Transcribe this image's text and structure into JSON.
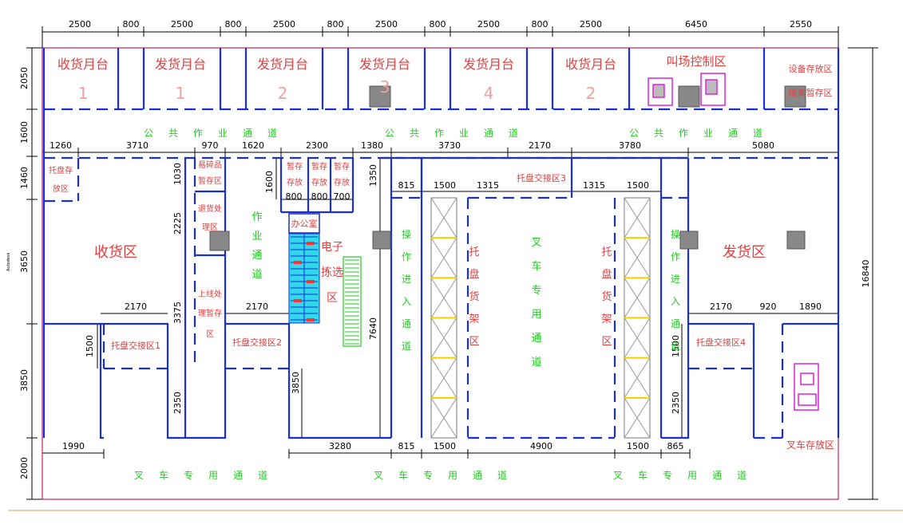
{
  "dims": {
    "top": [
      "2500",
      "800",
      "2500",
      "800",
      "2500",
      "800",
      "2500",
      "800",
      "2500",
      "800",
      "2500",
      "6450",
      "2550"
    ],
    "mid": [
      "1260",
      "3710",
      "970",
      "1620",
      "2300",
      "1380",
      "3730",
      "2170",
      "3780",
      "5080"
    ],
    "left": [
      "2050",
      "1600",
      "1460",
      "3650",
      "3850",
      "2000"
    ],
    "right": "16840",
    "bottom": [
      "1990",
      "3280",
      "815",
      "1500",
      "4900",
      "1500",
      "865"
    ],
    "inner": {
      "d815a": "815",
      "d1500a": "1500",
      "d1315a": "1315",
      "d1315b": "1315",
      "d1500b": "1500",
      "d1030": "1030",
      "d2225": "2225",
      "d3375": "3375",
      "d2170a": "2170",
      "d2170b": "2170",
      "d1600": "1600",
      "d800": "800",
      "d800b": "800",
      "d700": "700",
      "d1350": "1350",
      "d500a": "1500",
      "d2350a": "2350",
      "d3850": "3850",
      "d7640": "7640",
      "d2170c": "2170",
      "d920": "920",
      "d1890": "1890",
      "d500b": "1500",
      "d2350b": "2350"
    }
  },
  "docks": [
    {
      "name": "收货月台",
      "num": "1"
    },
    {
      "name": "发货月台",
      "num": "1"
    },
    {
      "name": "发货月台",
      "num": "2"
    },
    {
      "name": "发货月台",
      "num": "3"
    },
    {
      "name": "发货月台",
      "num": "4"
    },
    {
      "name": "收货月台",
      "num": "2"
    }
  ],
  "zones": {
    "yard": "叫场控制区",
    "trash": "设备存放区",
    "trash2": "隔离暂存区",
    "public_aisle": [
      "公",
      "共",
      "作",
      "业",
      "通",
      "道"
    ],
    "pallet_store": [
      "托盘存",
      "放区"
    ],
    "receive": "收货区",
    "ship": "发货区",
    "fragile": [
      "易碎品",
      "暂存区"
    ],
    "return": [
      "退货处",
      "理区"
    ],
    "online": [
      "上线处",
      "理暂存",
      "区"
    ],
    "pallet1": "托盘交接区1",
    "pallet2": "托盘交接区2",
    "pallet3": "托盘交接区3",
    "pallet4": "托盘交接区4",
    "small": [
      "暂存",
      "暂存",
      "暂存"
    ],
    "small2": [
      "存放",
      "存放",
      "存放"
    ],
    "office": "办公室",
    "picking": [
      "电子",
      "拣选",
      "区"
    ],
    "aisle_in": [
      "作",
      "业",
      "通",
      "道"
    ],
    "aisle_l": [
      "操",
      "作",
      "进",
      "入",
      "通",
      "道"
    ],
    "aisle_r": [
      "操",
      "作",
      "进",
      "入",
      "通",
      "道"
    ],
    "pallet_rack_l": [
      "托",
      "盘",
      "货",
      "架",
      "区"
    ],
    "pallet_rack_r": [
      "托",
      "盘",
      "货",
      "架",
      "区"
    ],
    "forklift_aisle_v": [
      "叉",
      "车",
      "专",
      "用",
      "通",
      "道"
    ],
    "forklift_bottom": [
      "叉",
      "车",
      "专",
      "用",
      "通",
      "道"
    ],
    "forklift_park": "叉车存放区",
    "sidebar": "Autodesk"
  }
}
